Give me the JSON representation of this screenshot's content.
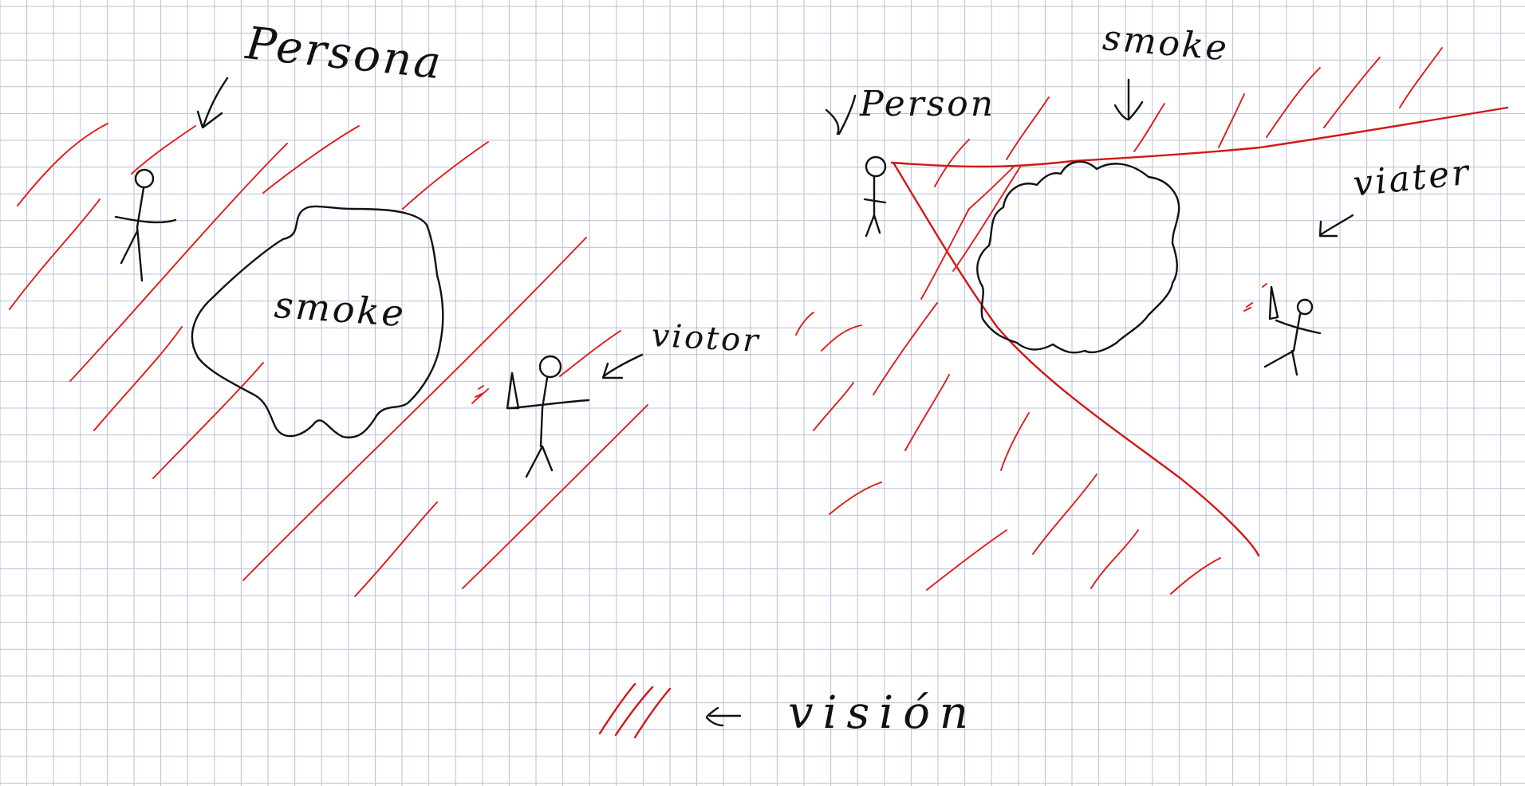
{
  "labels": {
    "left_person": "Persona",
    "left_smoke": "smoke",
    "left_visitor": "viotor",
    "right_person": "Person",
    "right_smoke": "smoke",
    "right_visitor": "viater",
    "legend": "visión"
  },
  "colors": {
    "grid": "#b9c0dc",
    "ink": "#111111",
    "vision": "#e01b1b"
  }
}
